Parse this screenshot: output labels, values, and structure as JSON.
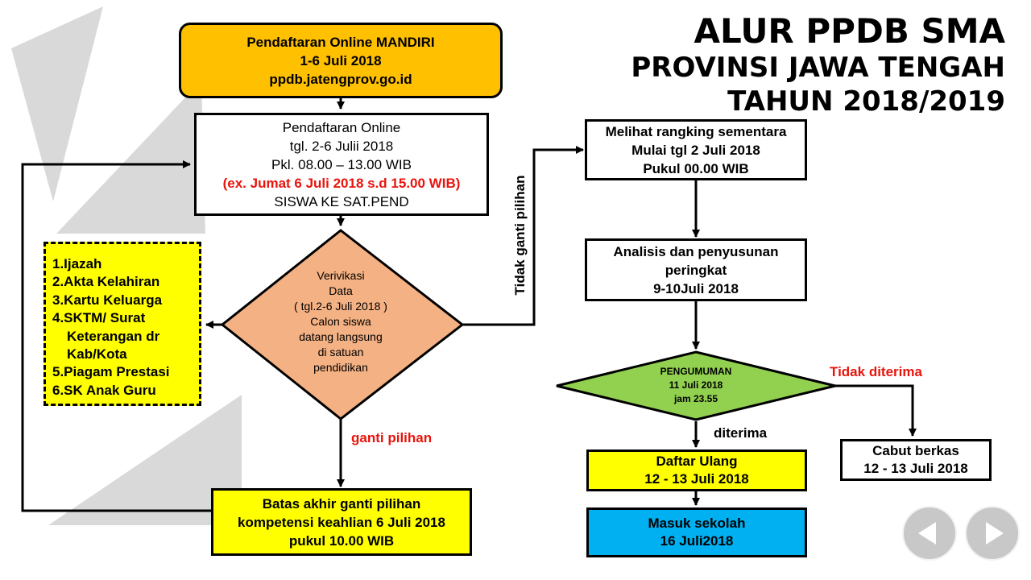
{
  "title": {
    "line1": "ALUR PPDB SMA",
    "line2": "PROVINSI JAWA TENGAH",
    "line3": "TAHUN 2018/2019"
  },
  "steps": {
    "mandiri": {
      "line1": "Pendaftaran Online MANDIRI",
      "line2": "1-6 Juli 2018",
      "line3": "ppdb.jatengprov.go.id"
    },
    "online": {
      "line1": "Pendaftaran Online",
      "line2": "tgl. 2-6 Julii 2018",
      "line3": "Pkl. 08.00 – 13.00 WIB",
      "line4": "(ex. Jumat 6 Juli 2018 s.d 15.00 WIB)",
      "line5": "SISWA  KE SAT.PEND"
    },
    "verifikasi": {
      "line1": "Verivikasi",
      "line2": "Data",
      "line3": "( tgl.2-6 Juli 2018 )",
      "line4": "Calon siswa",
      "line5": "datang langsung",
      "line6": "di satuan",
      "line7": "pendidikan"
    },
    "batas": {
      "line1": "Batas akhir ganti pilihan",
      "line2": "kompetensi keahlian 6 Juli 2018",
      "line3": "pukul 10.00 WIB"
    },
    "ranking": {
      "line1": "Melihat rangking sementara",
      "line2": "Mulai tgl  2 Juli 2018",
      "line3": "Pukul 00.00 WIB"
    },
    "analisis": {
      "line1": "Analisis dan penyusunan",
      "line2": "peringkat",
      "line3": "9-10Juli 2018"
    },
    "pengumuman": {
      "line1": "PENGUMUMAN",
      "line2": "11 Juli 2018",
      "line3": "jam 23.55"
    },
    "daftar_ulang": {
      "line1": "Daftar Ulang",
      "line2": "12 - 13 Juli 2018"
    },
    "masuk": {
      "line1": "Masuk sekolah",
      "line2": "16 Juli2018"
    },
    "cabut": {
      "line1": "Cabut berkas",
      "line2": "12 - 13 Juli 2018"
    }
  },
  "documents": [
    "1.Ijazah",
    "2.Akta Kelahiran",
    "3.Kartu Keluarga",
    "4.SKTM/ Surat",
    "Keterangan dr",
    "Kab/Kota",
    "5.Piagam Prestasi",
    "6.SK Anak Guru"
  ],
  "labels": {
    "tidak_ganti": "Tidak ganti pilihan",
    "ganti": "ganti pilihan",
    "tidak_diterima": "Tidak diterima",
    "diterima": "diterima"
  },
  "colors": {
    "orange": "#ffc000",
    "yellow": "#ffff00",
    "salmon": "#f4b183",
    "green": "#92d050",
    "blue": "#00b0f0",
    "red": "#e8140c"
  },
  "nav": {
    "prev_icon": "triangle-left-icon",
    "next_icon": "triangle-right-icon"
  }
}
